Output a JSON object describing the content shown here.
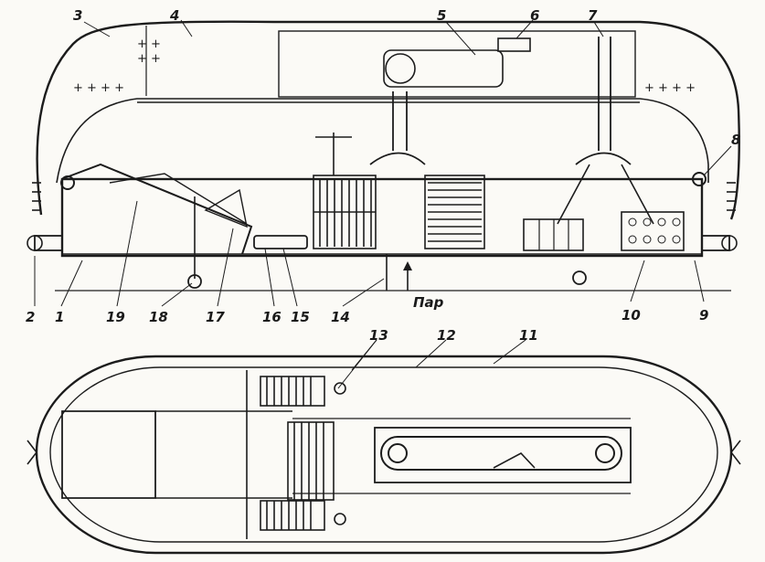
{
  "diagram": {
    "callouts": {
      "c1": "1",
      "c2": "2",
      "c3": "3",
      "c4": "4",
      "c5": "5",
      "c6": "6",
      "c7": "7",
      "c8": "8",
      "c9": "9",
      "c10": "10",
      "c11": "11",
      "c12": "12",
      "c13": "13",
      "c14": "14",
      "c15": "15",
      "c16": "16",
      "c17": "17",
      "c18": "18",
      "c19": "19"
    },
    "steam_label": "Пар"
  },
  "colors": {
    "ink": "#1c1c1c",
    "paper": "#fbfaf6"
  }
}
